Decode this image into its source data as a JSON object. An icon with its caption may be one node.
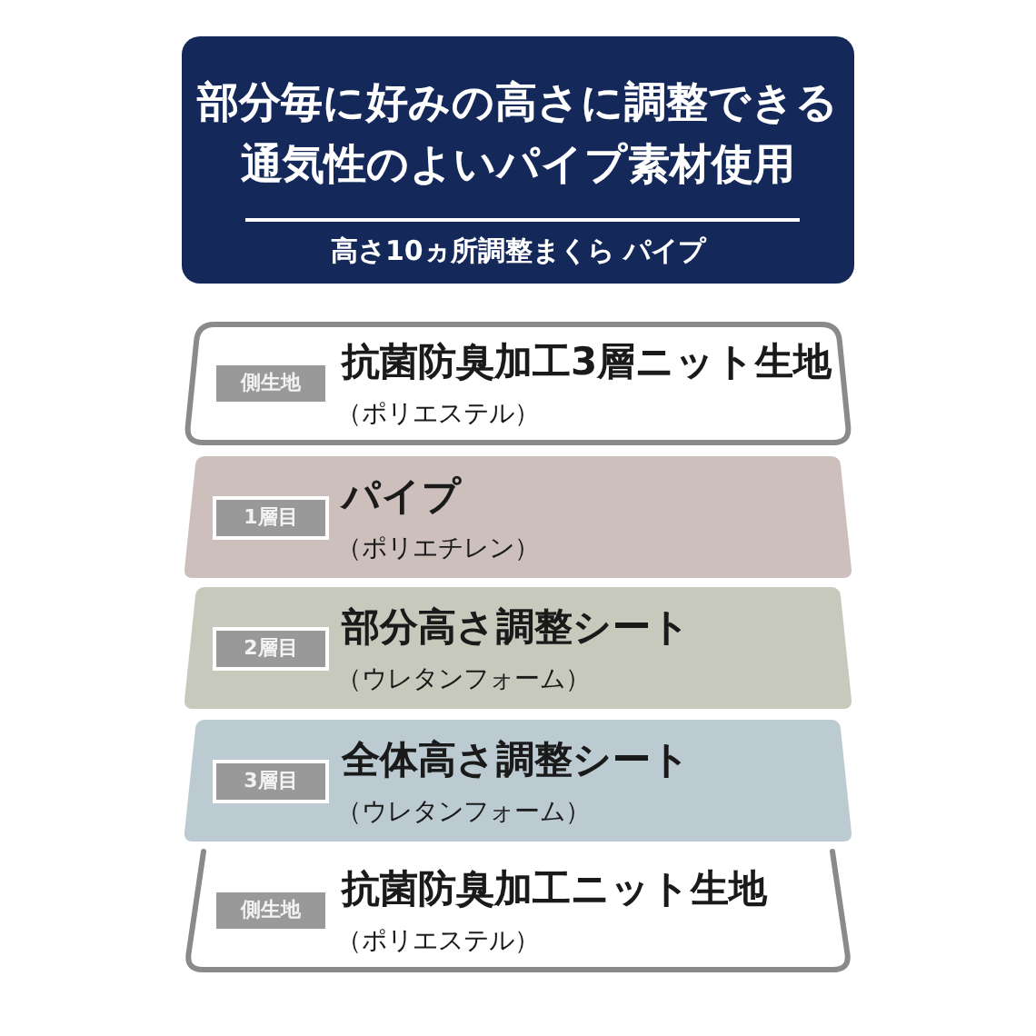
{
  "diagram": {
    "nodes": [
      {
        "text": [
          "部分毎に好みの高さに調整できる通気性のよいパイプ素材使用",
          "高さ10ヵ所調整まくら パイプ"
        ]
      },
      {
        "text": [
          "抗菌防臭加工3層ニット生地",
          "（ポリエステル）"
        ]
      },
      {
        "text": [
          "側生地"
        ],
        "in": 1
      },
      {
        "text": [
          "パイプ",
          "（ポリエチレン）"
        ]
      },
      {
        "text": [
          "1層目"
        ],
        "in": 3
      },
      {
        "text": [
          "部分高さ調整シート",
          "（ウレタンフォーム）"
        ]
      },
      {
        "text": [
          "2層目"
        ],
        "in": 5
      },
      {
        "text": [
          "全体高さ調整シート",
          "（ウレタンフォーム）"
        ]
      },
      {
        "text": [
          "3層目"
        ],
        "in": 7
      },
      {
        "text": [
          "抗菌防臭加工ニット生地",
          "（ポリエステル）"
        ]
      },
      {
        "text": [
          "側生地"
        ],
        "in": 9
      }
    ]
  }
}
